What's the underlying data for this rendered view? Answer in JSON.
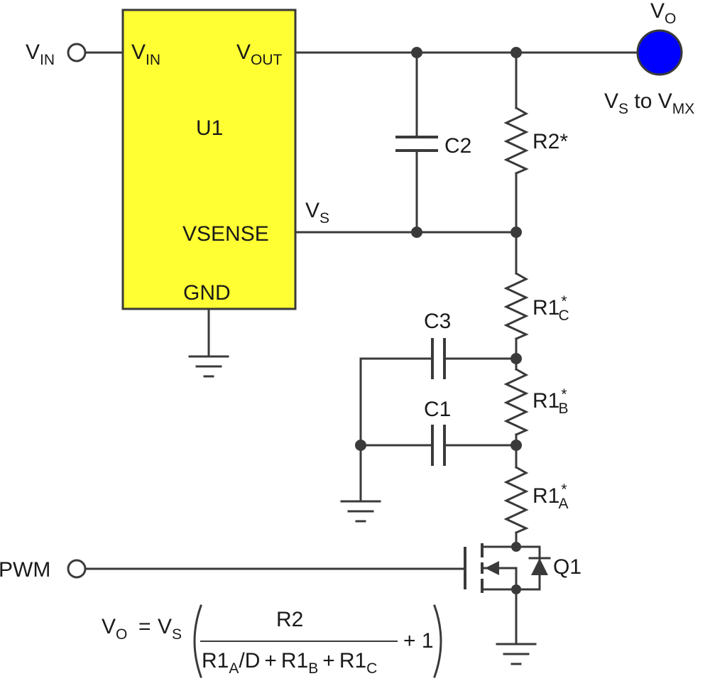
{
  "ic": {
    "name": "U1",
    "pin_vin": "V",
    "pin_vin_sub": "IN",
    "pin_vout": "V",
    "pin_vout_sub": "OUT",
    "pin_vsense": "VSENSE",
    "pin_gnd": "GND",
    "fill_color": "#ffff33"
  },
  "vin_label": "V",
  "vin_sub": "IN",
  "pwm_label": "PWM",
  "vs_label": "V",
  "vs_sub": "S",
  "vo_label": "V",
  "vo_sub": "O",
  "vo_range": {
    "a": "V",
    "a_sub": "S",
    "mid": " to V",
    "b_sub": "MX"
  },
  "vo_dot_color": "#0000ff",
  "components": {
    "c2": "C2",
    "c3": "C3",
    "c1": "C1",
    "r2": "R2*",
    "r1c": "R1",
    "r1c_sup": "*",
    "r1c_sub": "C",
    "r1b": "R1",
    "r1b_sup": "*",
    "r1b_sub": "B",
    "r1a": "R1",
    "r1a_sup": "*",
    "r1a_sub": "A",
    "q1": "Q1"
  },
  "formula": {
    "lhs": "V",
    "lhs_sub": "O",
    "eq": "=",
    "vs": "V",
    "vs_sub": "S",
    "numerator": "R2",
    "d1": "R1",
    "d1_sub": "A",
    "d_slash": "/D",
    "plus": "+",
    "d2": "R1",
    "d2_sub": "B",
    "d3": "R1",
    "d3_sub": "C",
    "plus_one": "+ 1"
  }
}
